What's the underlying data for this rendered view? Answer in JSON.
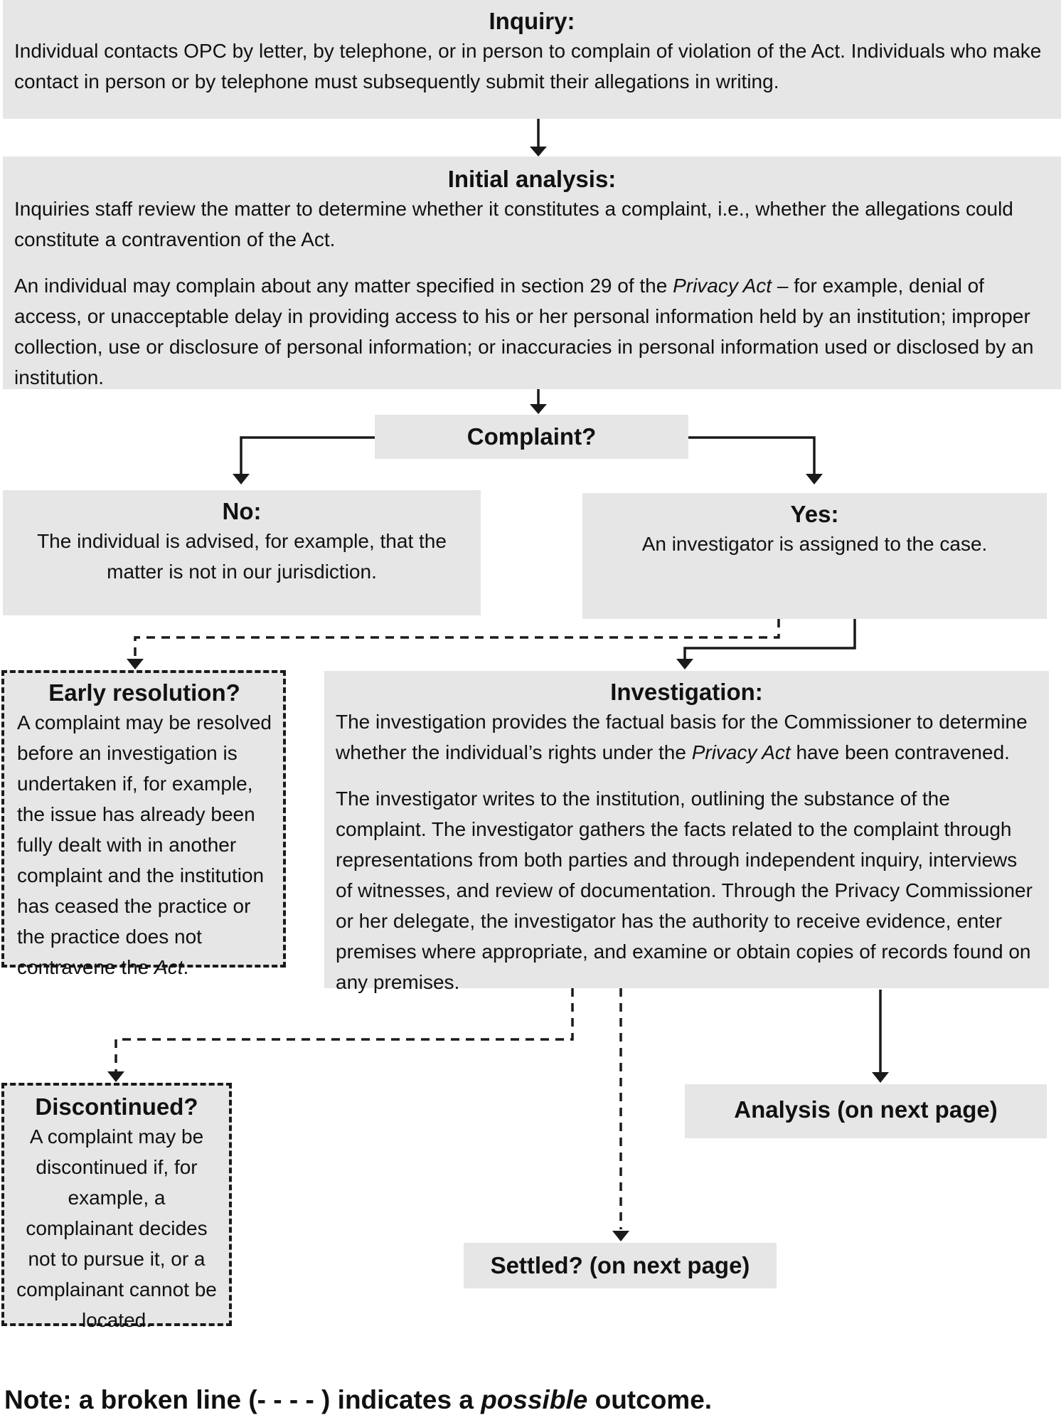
{
  "inquiry": {
    "title": "Inquiry:",
    "text": "Individual contacts OPC by letter, by telephone, or in person to complain of violation of the Act. Individuals who make contact in person or by telephone must subsequently submit their allegations in writing."
  },
  "initial_analysis": {
    "title": "Initial analysis:",
    "text1": "Inquiries staff review the matter to determine whether it constitutes a complaint, i.e., whether the allegations could constitute a contravention of the Act.",
    "text2_before": "An individual may complain about any matter specified in section 29 of the ",
    "text2_italic": "Privacy Act",
    "text2_after": " – for example, denial of access, or unacceptable delay in providing access to his or her personal information held by an institution; improper collection, use or disclosure of personal information; or inaccuracies in personal information used or disclosed by an institution."
  },
  "complaint": {
    "title": "Complaint?"
  },
  "no": {
    "title": "No:",
    "text": "The individual is advised, for example, that the matter is not in our jurisdiction."
  },
  "yes": {
    "title": "Yes:",
    "text": "An investigator is assigned to the case."
  },
  "early_resolution": {
    "title": "Early resolution?",
    "text_before": "A complaint may be resolved before an investigation is undertaken if, for example, the issue has already been fully dealt with in another complaint and the institution has ceased the practice or the practice does not contravene the ",
    "text_italic": "Act",
    "text_after": "."
  },
  "investigation": {
    "title": "Investigation:",
    "text1_before": "The investigation provides the factual basis for the Commissioner to determine whether the individual’s rights under the ",
    "text1_italic": "Privacy Act",
    "text1_after": " have been contravened.",
    "text2": "The investigator writes to the institution, outlining the substance of the complaint. The investigator gathers the facts related to the complaint through representations from both parties and through independent inquiry, interviews of witnesses, and review of documentation. Through the Privacy Commissioner or her delegate, the investigator has the authority to receive evidence, enter premises where appropriate, and examine or obtain copies of records found on any premises."
  },
  "discontinued": {
    "title": "Discontinued?",
    "text": "A complaint may be discontinued if, for example, a complainant decides not to pursue it, or a complainant cannot be located."
  },
  "analysis": {
    "title": "Analysis (on next page)"
  },
  "settled": {
    "title": "Settled? (on next page)"
  },
  "note": {
    "before": "Note: a broken line (- - - - ) indicates a ",
    "italic": "possible",
    "after": " outcome."
  },
  "colors": {
    "box_fill": "#e6e6e7",
    "line": "#1a1a1a"
  }
}
